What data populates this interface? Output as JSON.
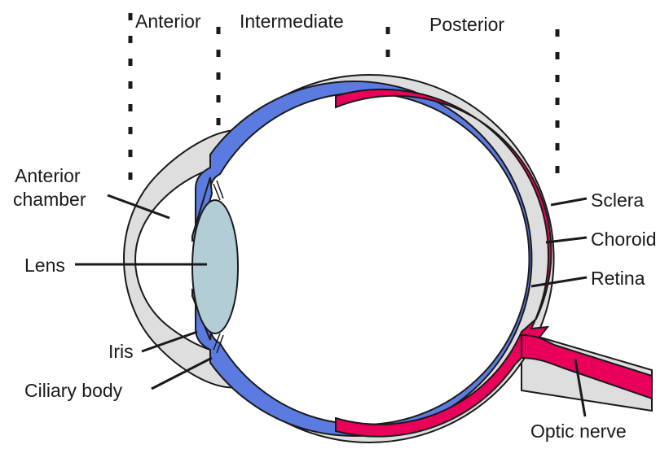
{
  "regions": {
    "anterior": "Anterior",
    "intermediate": "Intermediate",
    "posterior": "Posterior"
  },
  "labels": {
    "anterior_chamber_line1": "Anterior",
    "anterior_chamber_line2": "chamber",
    "lens": "Lens",
    "iris": "Iris",
    "ciliary_body": "Ciliary body",
    "sclera": "Sclera",
    "choroid": "Choroid",
    "retina": "Retina",
    "optic_nerve": "Optic nerve"
  },
  "colors": {
    "sclera": "#dedede",
    "choroid": "#5b7be0",
    "retina": "#e8005a",
    "lens": "#b3cdd6",
    "outline": "#1a1a1a"
  }
}
